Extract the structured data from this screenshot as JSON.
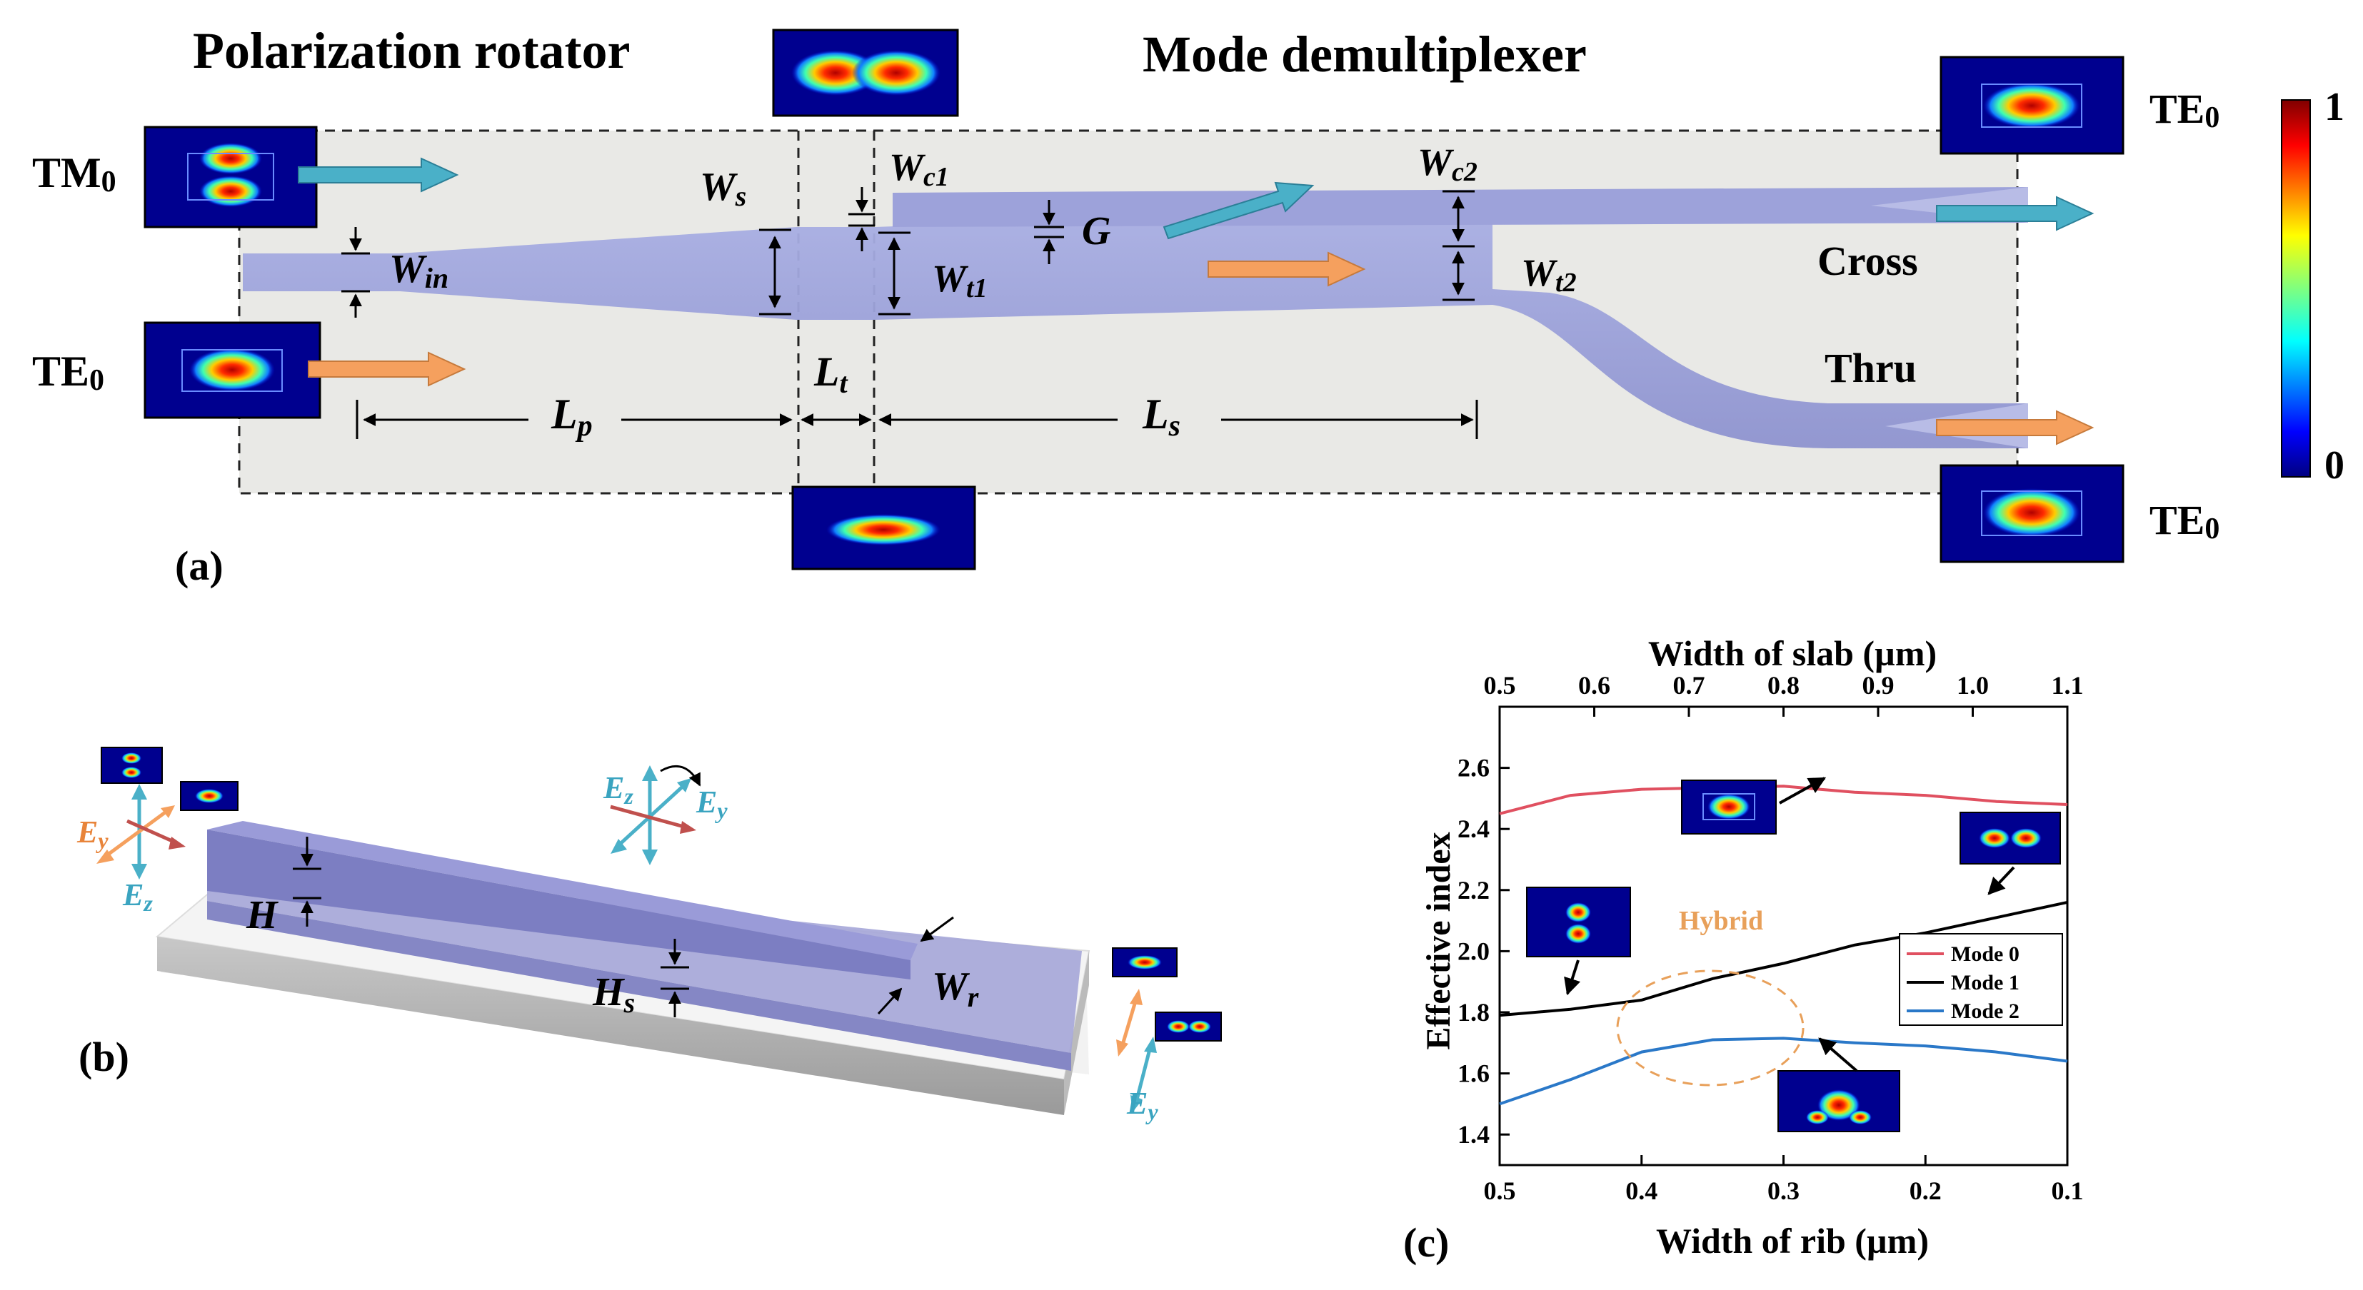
{
  "panel_a": {
    "label": "(a)",
    "title_left": "Polarization rotator",
    "title_right": "Mode demultiplexer",
    "inputs": [
      {
        "main": "TM",
        "sub": "0"
      },
      {
        "main": "TE",
        "sub": "0"
      }
    ],
    "outputs": [
      {
        "main": "TE",
        "sub": "0"
      },
      {
        "main": "TE",
        "sub": "0"
      }
    ],
    "port_cross": "Cross",
    "port_thru": "Thru",
    "dims": {
      "win": {
        "main": "W",
        "sub": "in"
      },
      "ws": {
        "main": "W",
        "sub": "s"
      },
      "wc1": {
        "main": "W",
        "sub": "c1"
      },
      "wc2": {
        "main": "W",
        "sub": "c2"
      },
      "wt1": {
        "main": "W",
        "sub": "t1"
      },
      "wt2": {
        "main": "W",
        "sub": "t2"
      },
      "g": {
        "main": "G",
        "sub": ""
      },
      "lp": {
        "main": "L",
        "sub": "p"
      },
      "lt": {
        "main": "L",
        "sub": "t"
      },
      "ls": {
        "main": "L",
        "sub": "s"
      }
    },
    "colorbar": {
      "max": "1",
      "min": "0"
    },
    "colors": {
      "te_arrow": "#f5a05e",
      "tm_arrow": "#4ab0c8",
      "waveguide": "#9a9fd8",
      "box": "#e9e9e6"
    }
  },
  "panel_b": {
    "label": "(b)",
    "dims": {
      "h": {
        "main": "H",
        "sub": ""
      },
      "hs": {
        "main": "H",
        "sub": "s"
      },
      "wr": {
        "main": "W",
        "sub": "r"
      }
    },
    "axes": {
      "ey": {
        "main": "E",
        "sub": "y"
      },
      "ez": {
        "main": "E",
        "sub": "z"
      }
    }
  },
  "panel_c": {
    "label": "(c)",
    "hybrid_label": "Hybrid",
    "chart_data": {
      "type": "line",
      "title": "",
      "xlabel": "Width of rib (µm)",
      "x2label": "Width of slab (µm)",
      "ylabel": "Effective index",
      "xlim": [
        0.5,
        0.1
      ],
      "x2lim": [
        0.5,
        1.1
      ],
      "ylim": [
        1.3,
        2.8
      ],
      "xticks": [
        "0.5",
        "0.4",
        "0.3",
        "0.2",
        "0.1"
      ],
      "x2ticks": [
        "0.5",
        "0.6",
        "0.7",
        "0.8",
        "0.9",
        "1.0",
        "1.1"
      ],
      "yticks": [
        "1.4",
        "1.6",
        "1.8",
        "2.0",
        "2.2",
        "2.4",
        "2.6"
      ],
      "legend_position": "lower-right",
      "series": [
        {
          "name": "Mode 0",
          "color": "#e05060",
          "x": [
            0.5,
            0.45,
            0.4,
            0.35,
            0.3,
            0.25,
            0.2,
            0.15,
            0.1
          ],
          "y": [
            2.45,
            2.51,
            2.53,
            2.535,
            2.54,
            2.52,
            2.51,
            2.49,
            2.48
          ]
        },
        {
          "name": "Mode 1",
          "color": "#000000",
          "x": [
            0.5,
            0.45,
            0.4,
            0.35,
            0.3,
            0.25,
            0.2,
            0.15,
            0.1
          ],
          "y": [
            1.79,
            1.81,
            1.84,
            1.91,
            1.96,
            2.02,
            2.06,
            2.11,
            2.16
          ]
        },
        {
          "name": "Mode 2",
          "color": "#2a78c8",
          "x": [
            0.5,
            0.45,
            0.4,
            0.35,
            0.3,
            0.25,
            0.2,
            0.15,
            0.1
          ],
          "y": [
            1.5,
            1.58,
            1.67,
            1.71,
            1.715,
            1.7,
            1.69,
            1.67,
            1.64
          ]
        }
      ]
    }
  }
}
